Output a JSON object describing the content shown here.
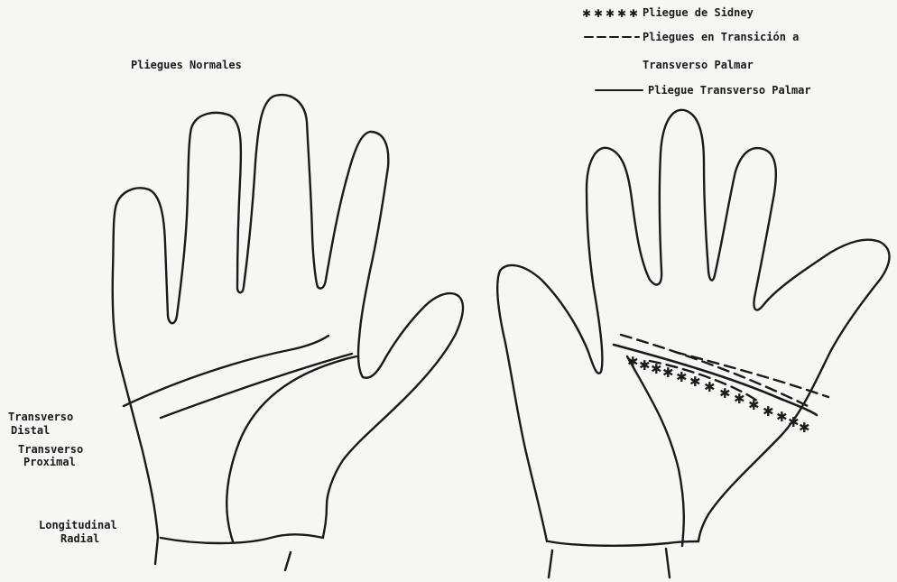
{
  "left_title": "Pliegues Normales",
  "left_labels": {
    "transverso_distal_1": "Transverso",
    "transverso_distal_2": "Distal",
    "transverso_proximal_1": "Transverso",
    "transverso_proximal_2": "Proximal",
    "longitudinal_radial_1": "Longitudinal",
    "longitudinal_radial_2": "Radial"
  },
  "legend": {
    "sidney": "Pliegue de Sidney",
    "transicion_1": "Pliegues en Transición a",
    "transicion_2": "Transverso Palmar",
    "transverso_palmar": "Pliegue Transverso Palmar"
  }
}
